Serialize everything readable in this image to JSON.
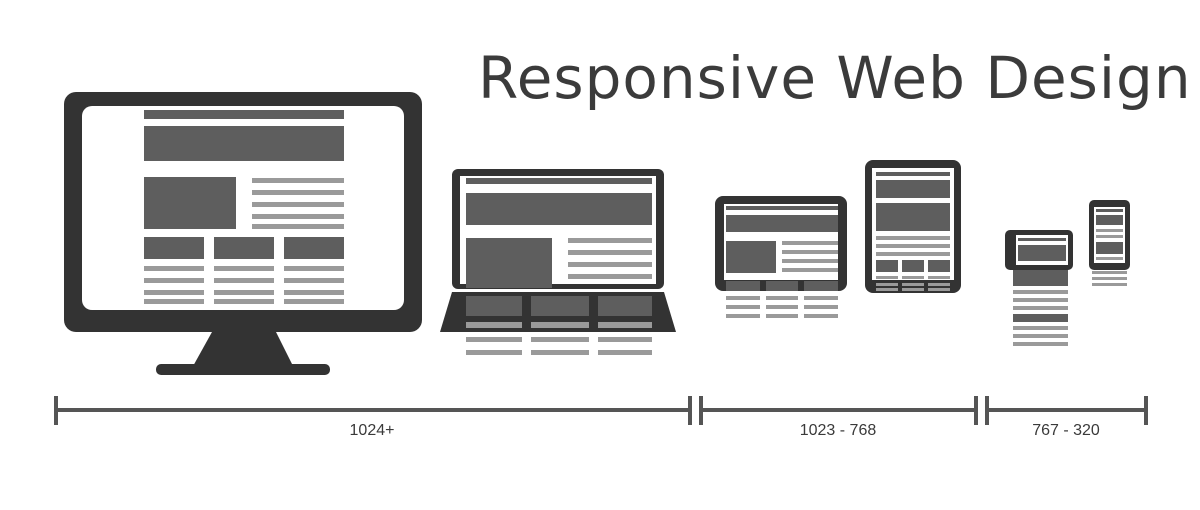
{
  "title": "Responsive Web Design",
  "ranges": [
    {
      "label": "1024+"
    },
    {
      "label": "1023 - 768"
    },
    {
      "label": "767 - 320"
    }
  ],
  "colors": {
    "dark": "#333333",
    "block": "#5e5e5e",
    "line": "#9a9a9a",
    "screen": "#ffffff",
    "scale": "#555555"
  },
  "devices": [
    "desktop-monitor-icon",
    "laptop-icon",
    "tablet-landscape-icon",
    "tablet-portrait-icon",
    "phone-landscape-icon",
    "phone-portrait-icon"
  ]
}
